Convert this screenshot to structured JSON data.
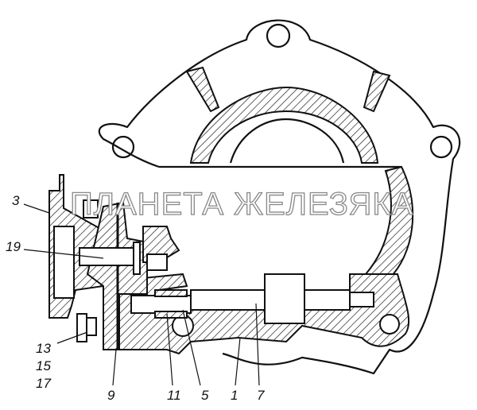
{
  "diagram": {
    "watermark": "ПЛАНЕТА ЖЕЛЕЗЯКА",
    "labels": {
      "part_3": "3",
      "part_19": "19",
      "part_13": "13",
      "part_15": "15",
      "part_17": "17",
      "part_9": "9",
      "part_11": "11",
      "part_5": "5",
      "part_1": "1",
      "part_7": "7"
    }
  }
}
